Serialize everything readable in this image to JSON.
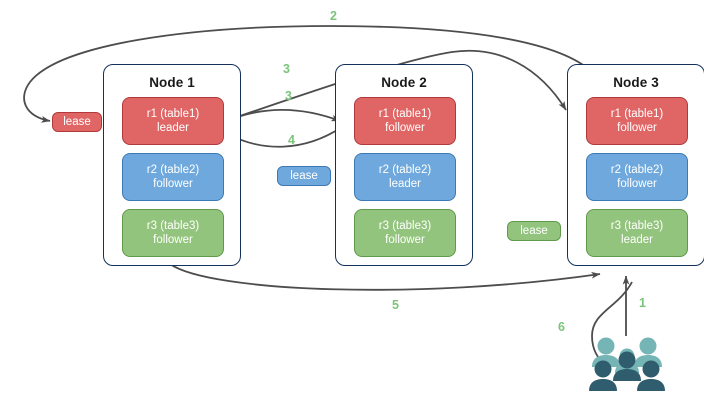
{
  "diagram": {
    "title": "distributed-lease-diagram",
    "colors": {
      "red": "#e06666",
      "red_border": "#b03a3a",
      "blue": "#6fa8dc",
      "blue_border": "#3d7ab5",
      "green": "#93c47d",
      "green_border": "#5f9a4a",
      "node_border": "#14325c",
      "edge": "#4d4d4d",
      "label_green": "#7ac57a",
      "users_light": "#76b5b5",
      "users_dark": "#2f5d6e"
    }
  },
  "nodes": [
    {
      "title": "Node 1",
      "replicas": [
        {
          "name": "r1 (table1)",
          "role": "leader",
          "color": "red"
        },
        {
          "name": "r2 (table2)",
          "role": "follower",
          "color": "blue"
        },
        {
          "name": "r3 (table3)",
          "role": "follower",
          "color": "green"
        }
      ]
    },
    {
      "title": "Node 2",
      "replicas": [
        {
          "name": "r1 (table1)",
          "role": "follower",
          "color": "red"
        },
        {
          "name": "r2 (table2)",
          "role": "leader",
          "color": "blue"
        },
        {
          "name": "r3 (table3)",
          "role": "follower",
          "color": "green"
        }
      ]
    },
    {
      "title": "Node 3",
      "replicas": [
        {
          "name": "r1 (table1)",
          "role": "follower",
          "color": "red"
        },
        {
          "name": "r2 (table2)",
          "role": "follower",
          "color": "blue"
        },
        {
          "name": "r3 (table3)",
          "role": "leader",
          "color": "green"
        }
      ]
    }
  ],
  "leases": [
    {
      "label": "lease",
      "color": "red"
    },
    {
      "label": "lease",
      "color": "blue"
    },
    {
      "label": "lease",
      "color": "green"
    }
  ],
  "edge_labels": [
    {
      "text": "2"
    },
    {
      "text": "3"
    },
    {
      "text": "3"
    },
    {
      "text": "4"
    },
    {
      "text": "5"
    },
    {
      "text": "1"
    },
    {
      "text": "6"
    }
  ],
  "icons": {
    "users": "users-group-icon"
  }
}
